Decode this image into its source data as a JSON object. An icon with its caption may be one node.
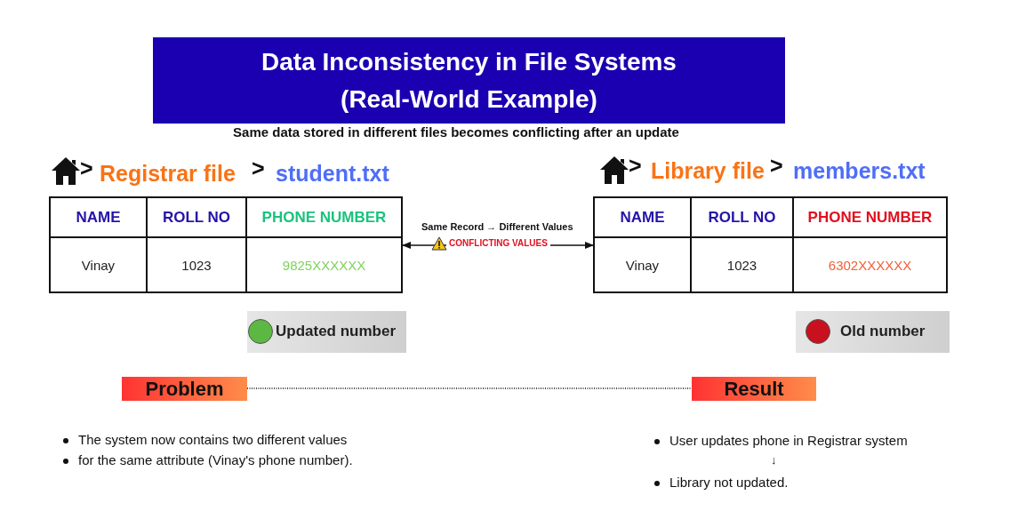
{
  "diagram": {
    "title": "Data Inconsistency in File Systems (Real-World Example)",
    "nodes": [
      {
        "text": [
          "Registrar file",
          "student.txt"
        ]
      },
      {
        "text": [
          "NAME"
        ],
        "in": 0
      },
      {
        "text": [
          "ROLL NO"
        ],
        "in": 0
      },
      {
        "text": [
          "PHONE NUMBER"
        ],
        "in": 0
      },
      {
        "text": [
          "Vinay"
        ],
        "in": 0
      },
      {
        "text": [
          "1023"
        ],
        "in": 0
      },
      {
        "text": [
          "9825XXXXXX"
        ],
        "in": 0
      },
      {
        "text": [
          "Library file",
          "members.txt"
        ]
      },
      {
        "text": [
          "NAME"
        ],
        "in": 7
      },
      {
        "text": [
          "ROLL NO"
        ],
        "in": 7
      },
      {
        "text": [
          "PHONE NUMBER"
        ],
        "in": 7
      },
      {
        "text": [
          "Vinay"
        ],
        "in": 7
      },
      {
        "text": [
          "1023"
        ],
        "in": 7
      },
      {
        "text": [
          "6302XXXXXX"
        ],
        "in": 7
      },
      {
        "text": [
          "Problem"
        ]
      },
      {
        "text": [
          "Result"
        ]
      }
    ],
    "edges": [
      {
        "from": 0,
        "to": 7,
        "arrow": "both",
        "label": "Same Record → Different Values"
      },
      {
        "from": 14,
        "to": 15,
        "arrow": "none",
        "style": "dashed"
      }
    ],
    "labels": [
      "Same data stored in different files becomes conflicting after an update",
      ">",
      ">",
      ">",
      ">",
      "CONFLICTING VALUES",
      "The system now contains two different values",
      "for the same attribute (Vinay's phone number).",
      "User updates phone in Registrar system",
      "↓",
      "Library not updated."
    ],
    "legend": [
      {
        "text": "Updated number",
        "color": "#5cb843"
      },
      {
        "text": "Old number",
        "color": "#c8101e"
      }
    ]
  }
}
